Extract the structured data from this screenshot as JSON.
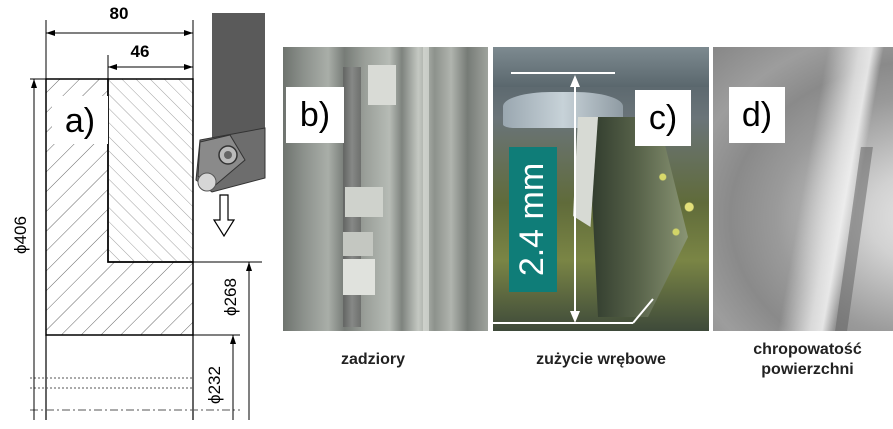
{
  "drawing": {
    "label": "a)",
    "dim_width_outer": "80",
    "dim_width_inner": "46",
    "dim_diameter_outer": "ϕ406",
    "dim_diameter_mid": "ϕ268",
    "dim_diameter_inner": "ϕ232"
  },
  "panels": [
    {
      "label": "b)",
      "caption": "zadziory"
    },
    {
      "label": "c)",
      "caption": "zużycie wrębowe",
      "measurement": "2.4 mm"
    },
    {
      "label": "d)",
      "caption": "chropowatość powierzchni"
    }
  ]
}
